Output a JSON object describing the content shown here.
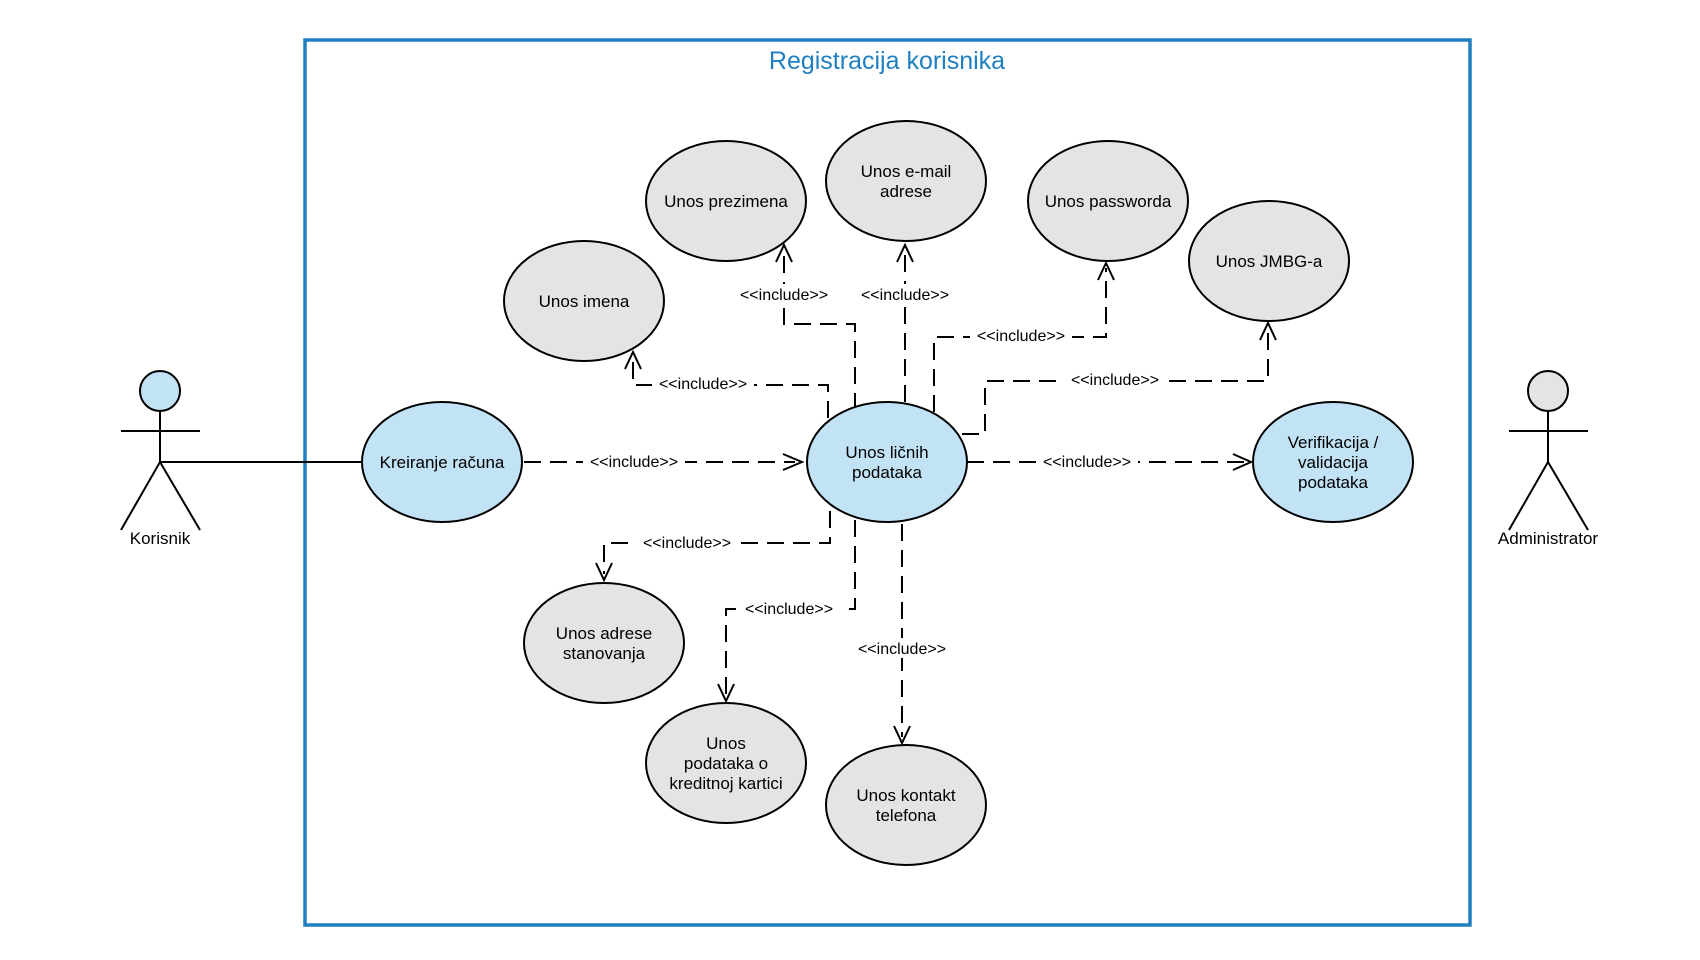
{
  "system": {
    "title": "Registracija korisnika",
    "border_color": "#1f7fc0",
    "title_color": "#1f7fc0"
  },
  "colors": {
    "primary_fill": "#c2e3f6",
    "secondary_fill": "#e4e4e4",
    "stroke": "#000000"
  },
  "actors": {
    "korisnik": {
      "label": "Korisnik",
      "head_fill": "#c2e3f6"
    },
    "administrator": {
      "label": "Administrator",
      "head_fill": "#e4e4e4"
    }
  },
  "use_cases": {
    "kreiranje_racuna": {
      "lines": [
        "Kreiranje računa"
      ],
      "kind": "primary"
    },
    "unos_licnih": {
      "lines": [
        "Unos ličnih",
        "podataka"
      ],
      "kind": "primary"
    },
    "verifikacija": {
      "lines": [
        "Verifikacija /",
        "validacija",
        "podataka"
      ],
      "kind": "primary"
    },
    "unos_imena": {
      "lines": [
        "Unos imena"
      ],
      "kind": "secondary"
    },
    "unos_prezimena": {
      "lines": [
        "Unos prezimena"
      ],
      "kind": "secondary"
    },
    "unos_email": {
      "lines": [
        "Unos e-mail",
        "adrese"
      ],
      "kind": "secondary"
    },
    "unos_passworda": {
      "lines": [
        "Unos passworda"
      ],
      "kind": "secondary"
    },
    "unos_jmbg": {
      "lines": [
        "Unos JMBG-a"
      ],
      "kind": "secondary"
    },
    "unos_adrese": {
      "lines": [
        "Unos adrese",
        "stanovanja"
      ],
      "kind": "secondary"
    },
    "unos_kartice": {
      "lines": [
        "Unos",
        "podataka o",
        "kreditnoj kartici"
      ],
      "kind": "secondary"
    },
    "unos_telefona": {
      "lines": [
        "Unos kontakt",
        "telefona"
      ],
      "kind": "secondary"
    }
  },
  "relations": {
    "kreiranje_to_licni": "<<include>>",
    "licni_to_imena": "<<include>>",
    "licni_to_prezimena": "<<include>>",
    "licni_to_email": "<<include>>",
    "licni_to_password": "<<include>>",
    "licni_to_jmbg": "<<include>>",
    "licni_to_verifikacija": "<<include>>",
    "licni_to_adrese": "<<include>>",
    "licni_to_kartice": "<<include>>",
    "licni_to_telefona": "<<include>>"
  }
}
